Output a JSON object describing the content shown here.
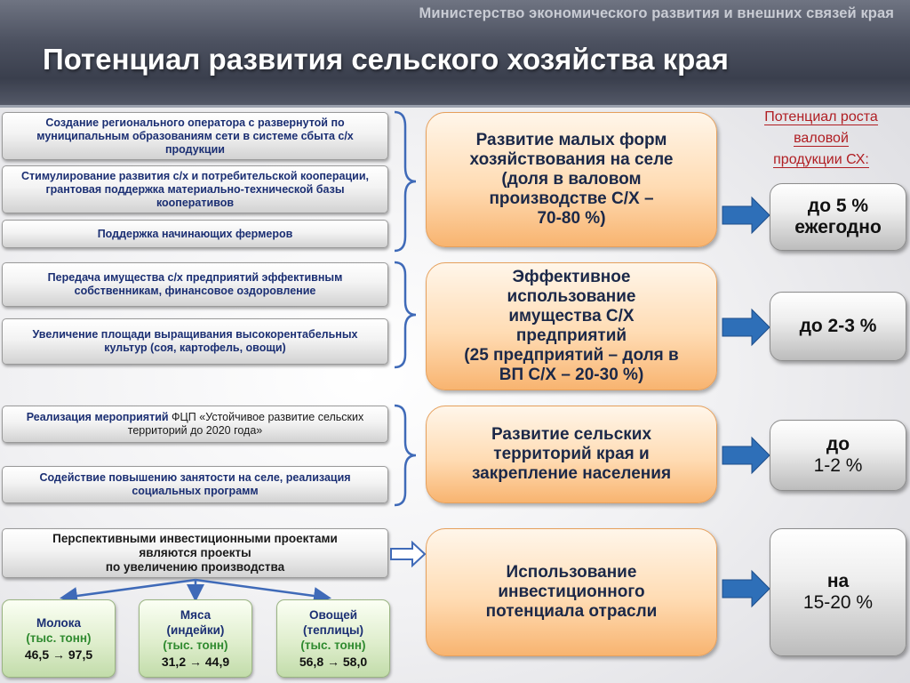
{
  "header": {
    "ministry": "Министерство экономического развития и внешних связей края",
    "title": "Потенциал развития сельского хозяйства края"
  },
  "growth_header": {
    "line1": "Потенциал роста",
    "line2": "валовой",
    "line3": "продукции СХ:"
  },
  "measures": [
    {
      "text": "Создание регионального оператора с развернутой по муниципальным образованиям сети в системе сбыта с/х продукции"
    },
    {
      "text": "Стимулирование развития с/х и потребительской кооперации, грантовая поддержка материально-технической базы кооперативов"
    },
    {
      "text": "Поддержка начинающих фермеров"
    },
    {
      "text": "Передача имущества с/х предприятий эффективным собственникам, финансовое оздоровление"
    },
    {
      "text": "Увеличение площади выращивания высокорентабельных культур (соя, картофель, овощи)"
    },
    {
      "bold": "Реализация мероприятий",
      "plain": " ФЦП «Устойчивое развитие сельских территорий до 2020 года»"
    },
    {
      "text": "Содействие повышению занятости на селе, реализация социальных программ"
    }
  ],
  "investment_box": {
    "line1": "Перспективными инвестиционными проектами",
    "line2": "являются проекты",
    "line3": "по увеличению производства"
  },
  "directions": [
    {
      "line1": "Развитие малых форм",
      "line2": "хозяйствования на селе",
      "line3": "(доля в валовом",
      "line4": "производстве С/Х –",
      "line5": "70-80 %)"
    },
    {
      "line1": "Эффективное",
      "line2": "использование",
      "line3": "имущества С/Х",
      "line4": "предприятий",
      "line5": "(25 предприятий – доля в",
      "line6": "ВП С/Х – 20-30 %)"
    },
    {
      "line1": "Развитие сельских",
      "line2": "территорий края и",
      "line3": "закрепление населения"
    },
    {
      "line1": "Использование",
      "line2": "инвестиционного",
      "line3": "потенциала отрасли"
    }
  ],
  "growth": [
    {
      "line1": "до 5 %",
      "line2": "ежегодно"
    },
    {
      "line1": "до 2-3 %"
    },
    {
      "line1": "до",
      "line2": "1-2 %"
    },
    {
      "line1": "на",
      "line2": "15-20 %"
    }
  ],
  "products": [
    {
      "name": "Молока",
      "unit": "(тыс. тонн)",
      "value": "46,5 → 97,5"
    },
    {
      "name1": "Мяса",
      "name2": "(индейки)",
      "unit": "(тыс. тонн)",
      "value": "31,2 → 44,9"
    },
    {
      "name1": "Овощей",
      "name2": "(теплицы)",
      "unit": "(тыс. тонн)",
      "value": "56,8 → 58,0"
    }
  ],
  "colors": {
    "header_bg": "#4c5160",
    "title_text": "#ffffff",
    "measure_text": "#1b2f73",
    "direction_bg": "#ffdcb4",
    "arrow_fill": "#2e6fb8",
    "growth_header_text": "#b01e23",
    "product_bg": "#dfeecd"
  }
}
